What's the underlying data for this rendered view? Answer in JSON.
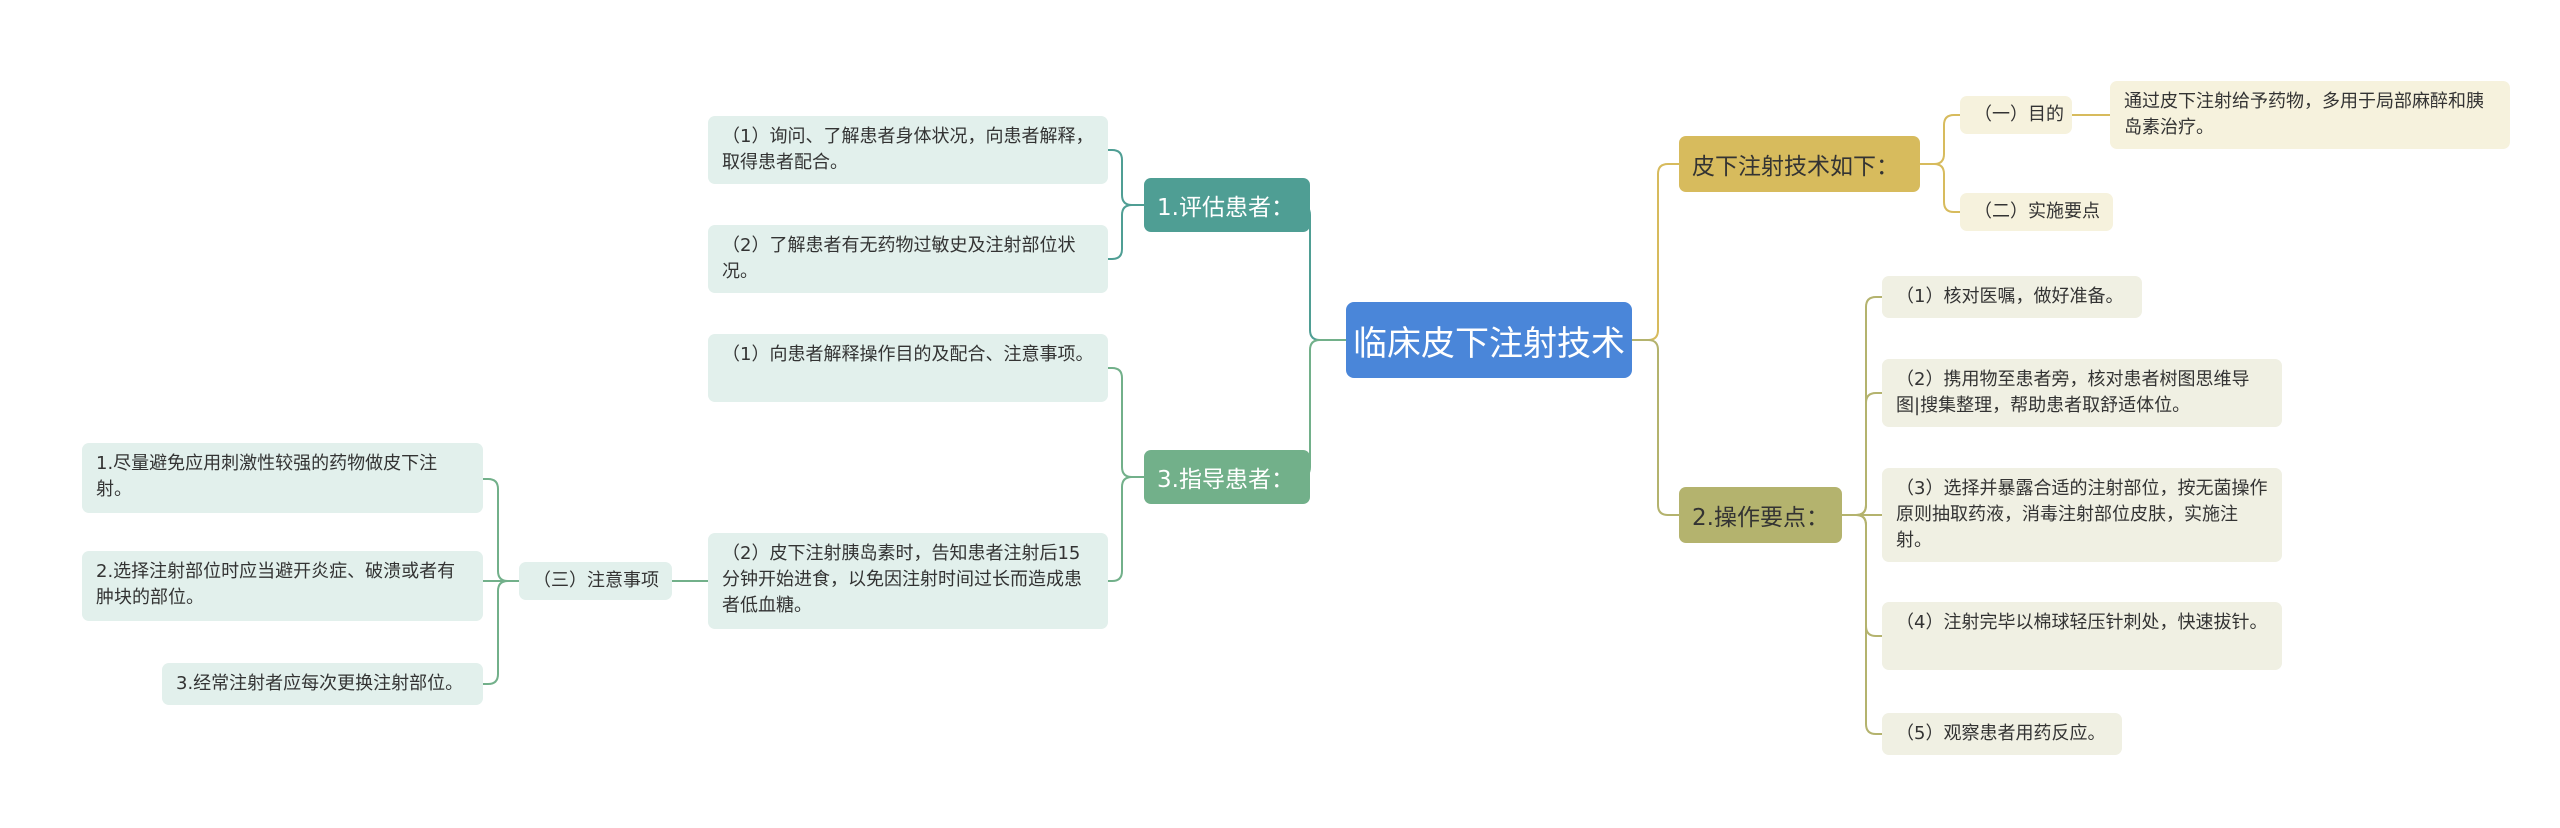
{
  "root": {
    "label": "临床皮下注射技术"
  },
  "left": {
    "assess": {
      "label": "1.评估患者：",
      "items": [
        "（1）询问、了解患者身体状况，向患者解释，取得患者配合。",
        "（2）了解患者有无药物过敏史及注射部位状况。"
      ]
    },
    "guide": {
      "label": "3.指导患者：",
      "items": [
        "（1）向患者解释操作目的及配合、注意事项。",
        "（2）皮下注射胰岛素时，告知患者注射后15分钟开始进食，以免因注射时间过长而造成患者低血糖。"
      ]
    },
    "notes": {
      "label": "（三）注意事项",
      "items": [
        "1.尽量避免应用刺激性较强的药物做皮下注射。",
        "2.选择注射部位时应当避开炎症、破溃或者有肿块的部位。",
        "3.经常注射者应每次更换注射部位。"
      ]
    }
  },
  "right": {
    "technique": {
      "label": "皮下注射技术如下：",
      "purpose": {
        "label": "（一）目的",
        "detail": "通过皮下注射给予药物，多用于局部麻醉和胰岛素治疗。"
      },
      "points_label": "（二）实施要点"
    },
    "operation": {
      "label": "2.操作要点：",
      "items": [
        "（1）核对医嘱，做好准备。",
        "（2）携用物至患者旁，核对患者树图思维导图|搜集整理，帮助患者取舒适体位。",
        "（3）选择并暴露合适的注射部位，按无菌操作原则抽取药液，消毒注射部位皮肤，实施注射。",
        "（4）注射完毕以棉球轻压针刺处，快速拔针。",
        "（5）观察患者用药反应。"
      ]
    }
  },
  "colors": {
    "root": "#4a86d9",
    "assess": "#4f9e94",
    "guide": "#72b08a",
    "technique": "#d7bb5d",
    "operation": "#b4b36e",
    "line_teal": "#4f9e94",
    "line_green": "#72b08a",
    "line_gold": "#d7bb5d",
    "line_olive": "#b4b36e"
  }
}
